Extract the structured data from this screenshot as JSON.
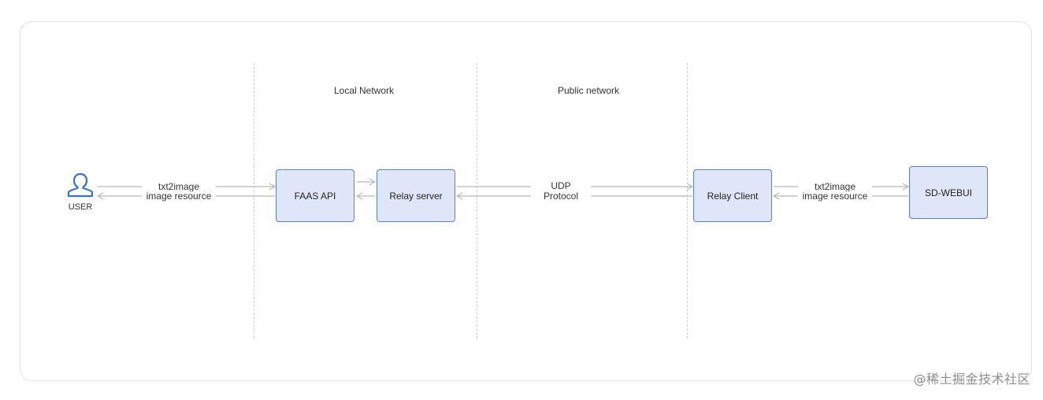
{
  "zones": {
    "local": "Local Network",
    "public": "Public network"
  },
  "user": {
    "label": "USER",
    "icon": "user-outline-icon"
  },
  "nodes": {
    "faas_api": "FAAS API",
    "relay_server": "Relay server",
    "relay_client": "Relay Client",
    "sd_webui": "SD-WEBUI"
  },
  "edges": {
    "user_faas": {
      "top": "txt2image",
      "bottom": "image resource"
    },
    "server_client": {
      "top": "UDP",
      "bottom": "Protocol"
    },
    "client_webui": {
      "top": "txt2image",
      "bottom": "image resource"
    }
  },
  "watermark": "@稀土掘金技术社区",
  "colors": {
    "node_fill": "#dfe6f8",
    "node_border": "#5a7fd6",
    "arrow": "#b9b9b9",
    "icon": "#3b6fd8"
  }
}
